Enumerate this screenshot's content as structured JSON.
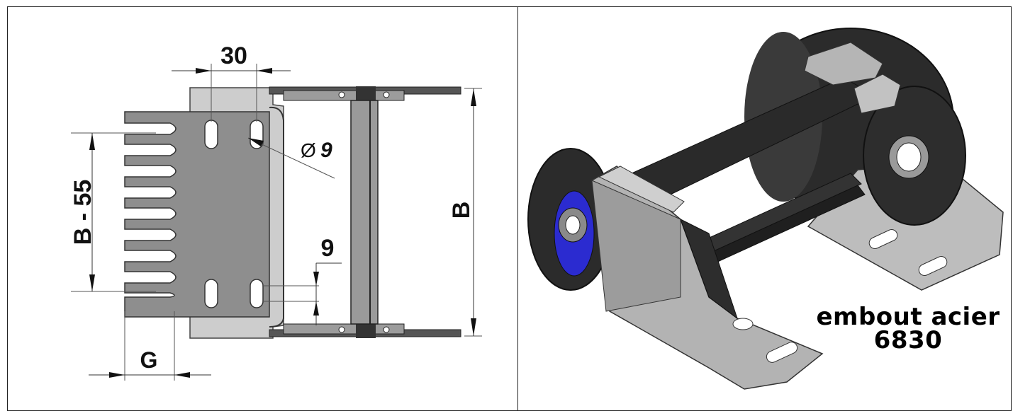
{
  "drawing": {
    "dims": {
      "top_width": "30",
      "left_height": "B - 55",
      "right_height": "B",
      "diameter_symbol": "Ø",
      "diameter_value": "9",
      "slot_gap": "9",
      "bottom_width": "G"
    }
  },
  "render": {
    "caption_line1": "embout acier",
    "caption_line2": "6830"
  },
  "colors": {
    "steel_light": "#c4c4c4",
    "steel_mid": "#9a9a9a",
    "steel_dark": "#6f6f6f",
    "black_part": "#2a2a2a",
    "blue_part": "#2b2bd0"
  }
}
